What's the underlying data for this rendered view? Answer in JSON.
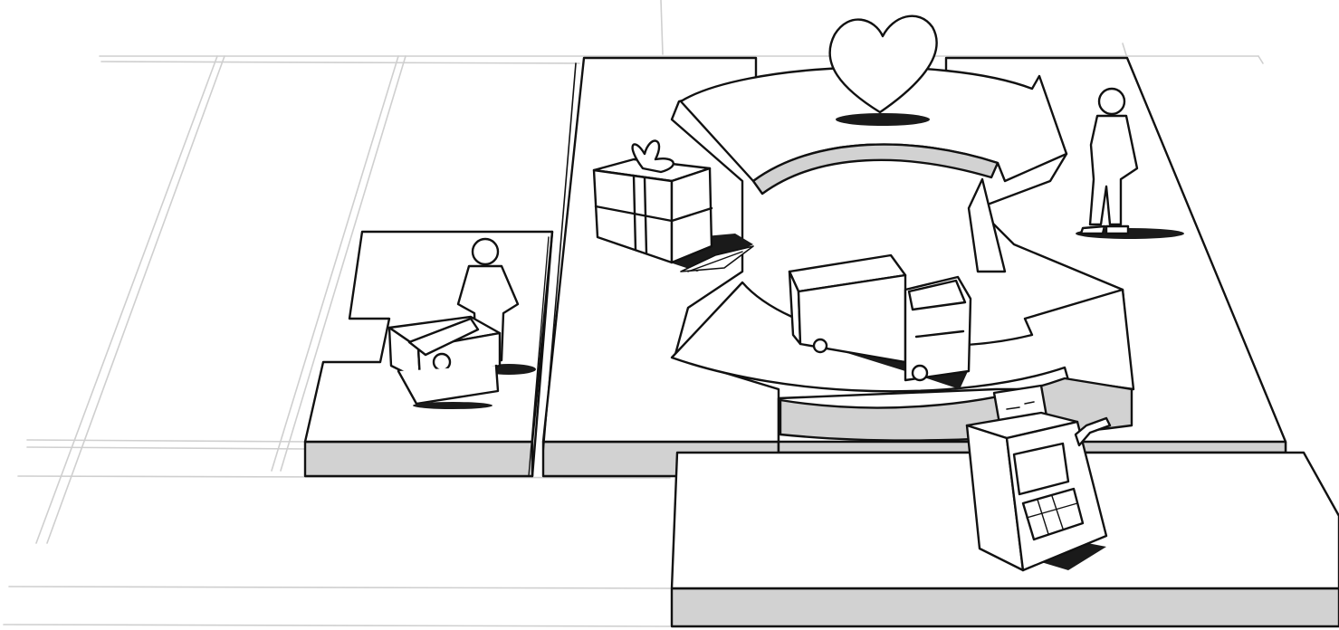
{
  "image": {
    "kind": "business-model-canvas-sketch",
    "style": "black ink line drawing on white",
    "colors": {
      "ink": "#111111",
      "face": "#ffffff",
      "side": "#d2d2d2",
      "faint": "#cfcfcf",
      "shadow": "#1a1a1a"
    }
  },
  "illustrations": [
    {
      "name": "worker-with-machine-figure",
      "icon": "person-at-workbench-icon"
    },
    {
      "name": "gift-box",
      "icon": "gift-icon"
    },
    {
      "name": "heart",
      "icon": "heart-icon"
    },
    {
      "name": "customer-figure",
      "icon": "person-icon"
    },
    {
      "name": "delivery-truck",
      "icon": "truck-icon"
    },
    {
      "name": "cash-register",
      "icon": "cash-register-icon"
    }
  ]
}
